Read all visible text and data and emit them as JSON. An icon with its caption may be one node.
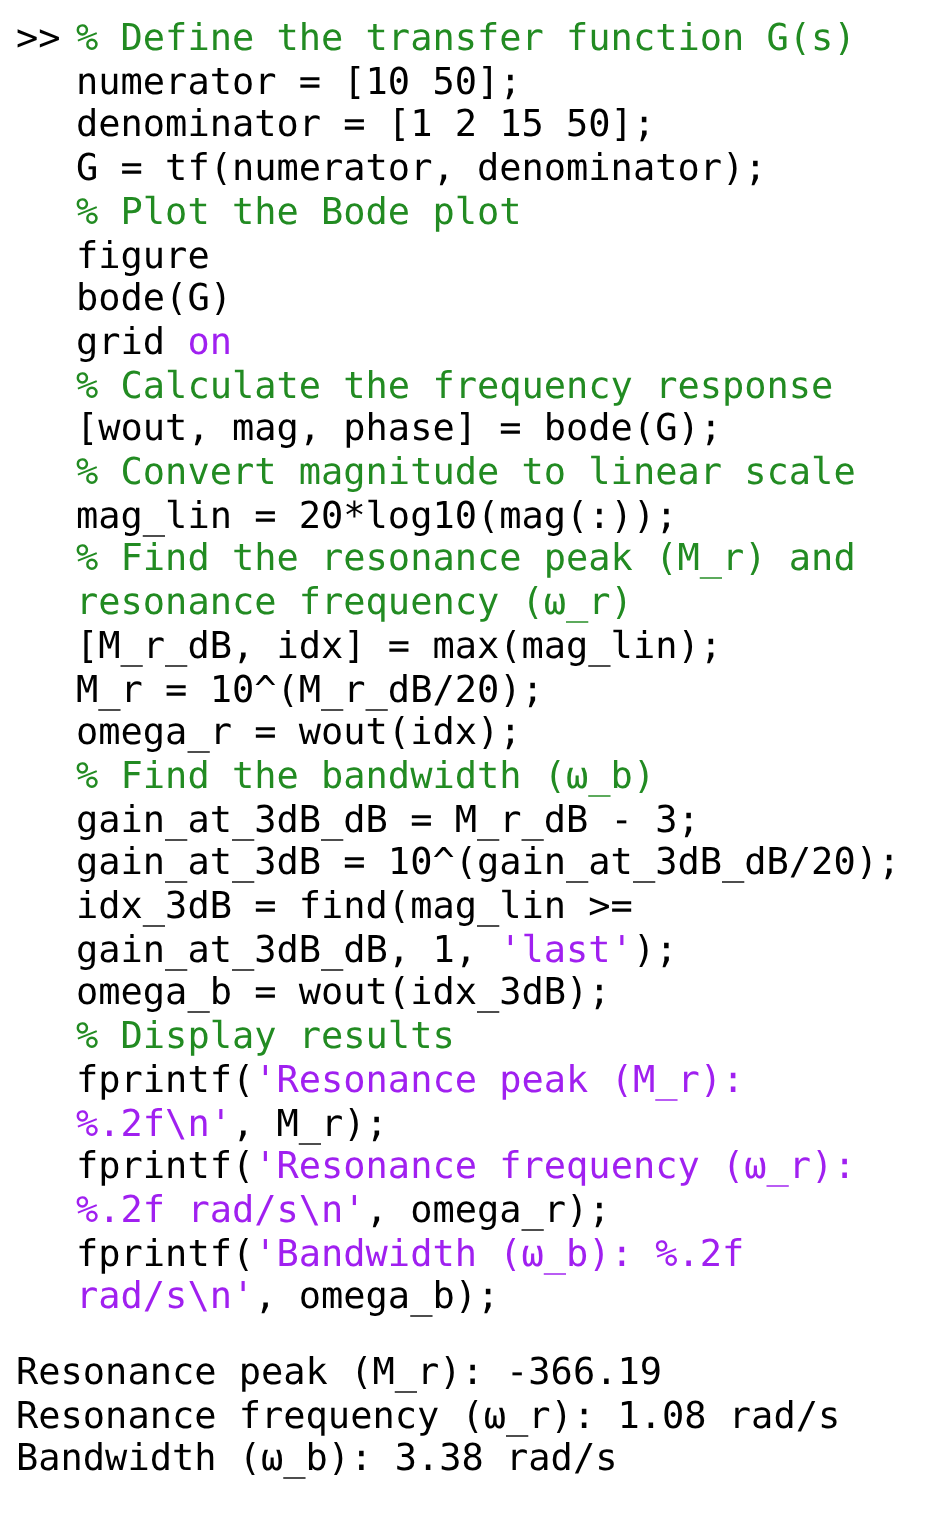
{
  "diagram": {
    "labels": [
      ">>",
      "% Define the transfer function G(s)",
      "numerator = [10 50];",
      "denominator = [1 2 15 50];",
      "G = tf(numerator, denominator);",
      "% Plot the Bode plot",
      "figure",
      "bode(G)",
      "grid on",
      "% Calculate the frequency response",
      "[wout, mag, phase] = bode(G);",
      "% Convert magnitude to linear scale",
      "mag_lin = 20*log10(mag(:));",
      "% Find the resonance peak (M_r) and resonance frequency (ω_r)",
      "[M_r_dB, idx] = max(mag_lin);",
      "M_r = 10^(M_r_dB/20);",
      "omega_r = wout(idx);",
      "% Find the bandwidth (ω_b)",
      "gain_at_3dB_dB = M_r_dB - 3;",
      "gain_at_3dB = 10^(gain_at_3dB_dB/20);",
      "idx_3dB = find(mag_lin >= gain_at_3dB_dB, 1, 'last');",
      "omega_b = wout(idx_3dB);",
      "% Display results",
      "fprintf('Resonance peak (M_r): %.2f\\n', M_r);",
      "fprintf('Resonance frequency (ω_r): %.2f rad/s\\n', omega_r);",
      "fprintf('Bandwidth (ω_b): %.2f rad/s\\n', omega_b);",
      "Resonance peak (M_r): -366.19",
      "Resonance frequency (ω_r): 1.08 rad/s",
      "Bandwidth (ω_b): 3.38 rad/s"
    ]
  }
}
